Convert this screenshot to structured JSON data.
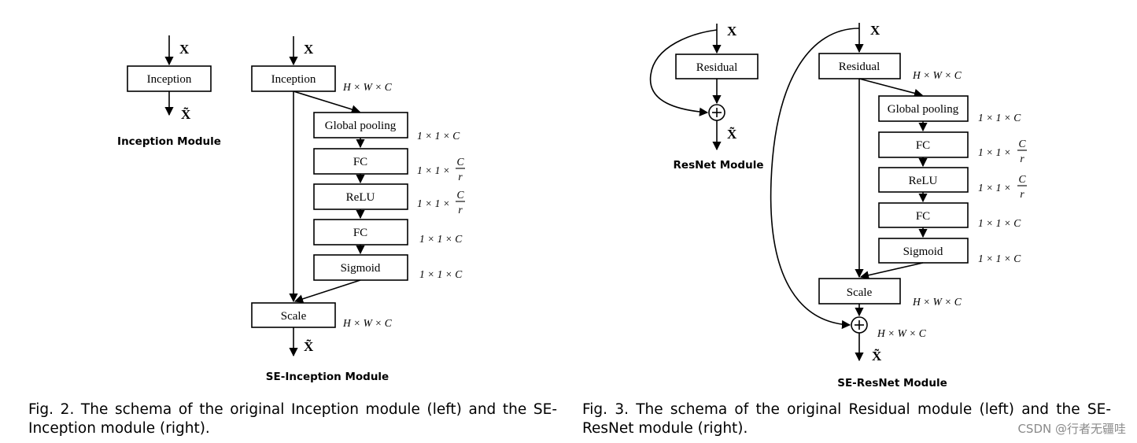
{
  "variables": {
    "x": "X",
    "x_tilde": "X̃"
  },
  "inception": {
    "block_label": "Inception",
    "module_title": "Inception Module"
  },
  "se_inception": {
    "module_title": "SE-Inception Module",
    "blocks": [
      "Inception",
      "Global pooling",
      "FC",
      "ReLU",
      "FC",
      "Sigmoid",
      "Scale"
    ],
    "dims": {
      "inception": "H × W × C",
      "global_pooling": "1 × 1 × C",
      "fc1_prefix": "1 × 1 × ",
      "relu_prefix": "1 × 1 × ",
      "fc2": "1 × 1 × C",
      "sigmoid": "1 × 1 × C",
      "scale": "H × W × C"
    },
    "fraction": {
      "num": "C",
      "den": "r"
    }
  },
  "resnet": {
    "block_label": "Residual",
    "module_title": "ResNet Module"
  },
  "se_resnet": {
    "module_title": "SE-ResNet Module",
    "blocks": [
      "Residual",
      "Global pooling",
      "FC",
      "ReLU",
      "FC",
      "Sigmoid",
      "Scale"
    ],
    "dims": {
      "residual": "H × W × C",
      "global_pooling": "1 × 1 × C",
      "fc1_prefix": "1 × 1 × ",
      "relu_prefix": "1 × 1 × ",
      "fc2": "1 × 1 × C",
      "sigmoid": "1 × 1 × C",
      "scale": "H × W × C",
      "sum": "H × W × C"
    },
    "fraction": {
      "num": "C",
      "den": "r"
    }
  },
  "captions": {
    "fig2": "Fig. 2. The schema of the original Inception module (left) and the SE-Inception module (right).",
    "fig3": "Fig. 3. The schema of the original Residual module (left) and the SE-ResNet module (right)."
  },
  "watermark": "CSDN @行者无疆哇"
}
